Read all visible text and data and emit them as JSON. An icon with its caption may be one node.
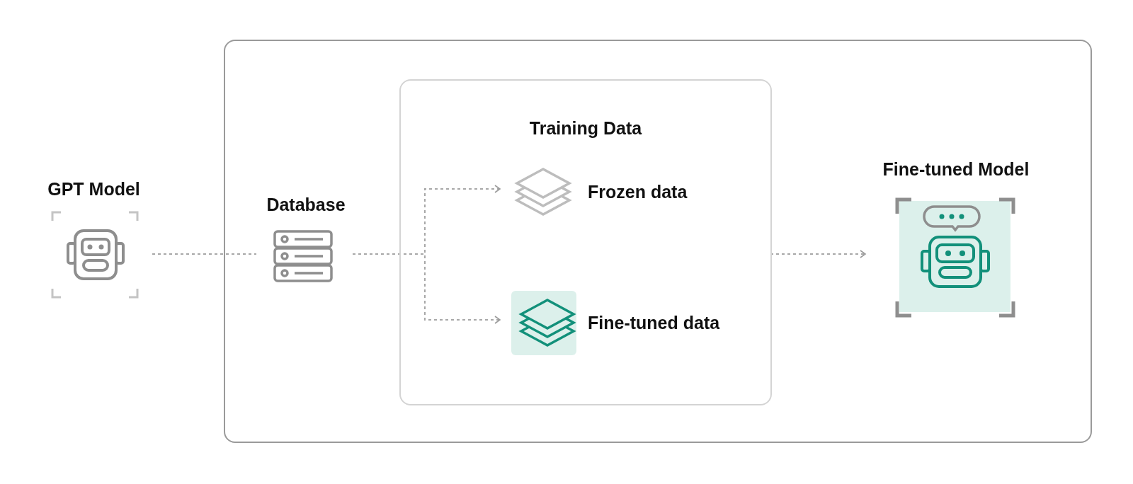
{
  "diagram": {
    "nodes": [
      {
        "text": [
          "GPT Model"
        ]
      },
      {
        "text": [],
        "shape": "box"
      },
      {
        "text": [
          "Database"
        ],
        "in": 1
      },
      {
        "text": [
          "Training Data"
        ],
        "in": 1
      },
      {
        "text": [
          "Frozen data"
        ],
        "in": 3
      },
      {
        "text": [
          "Fine-tuned data"
        ],
        "in": 3
      },
      {
        "text": [
          "Fine-tuned Model"
        ],
        "in": 1
      }
    ],
    "edges": [
      {
        "from": 0,
        "to": 2,
        "arrow": "none",
        "style": "dashed"
      },
      {
        "from": 2,
        "to": 4,
        "arrow": "to",
        "style": "dashed"
      },
      {
        "from": 2,
        "to": 5,
        "arrow": "to",
        "style": "dashed"
      },
      {
        "from": 3,
        "to": 6,
        "arrow": "to",
        "style": "dashed"
      }
    ]
  }
}
